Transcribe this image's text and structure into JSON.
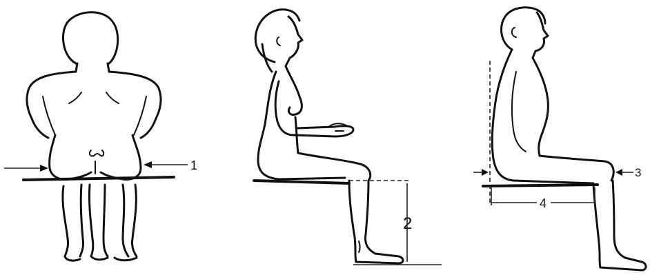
{
  "figures": [
    {
      "view": "back",
      "labels": [
        {
          "id": "measure-1",
          "text": "1"
        }
      ]
    },
    {
      "view": "side-female",
      "labels": [
        {
          "id": "measure-2",
          "text": "2"
        }
      ]
    },
    {
      "view": "side-male",
      "labels": [
        {
          "id": "measure-3",
          "text": "3"
        },
        {
          "id": "measure-4",
          "text": "4"
        }
      ]
    }
  ],
  "colors": {
    "ink": "#111111",
    "paper": "#ffffff"
  }
}
